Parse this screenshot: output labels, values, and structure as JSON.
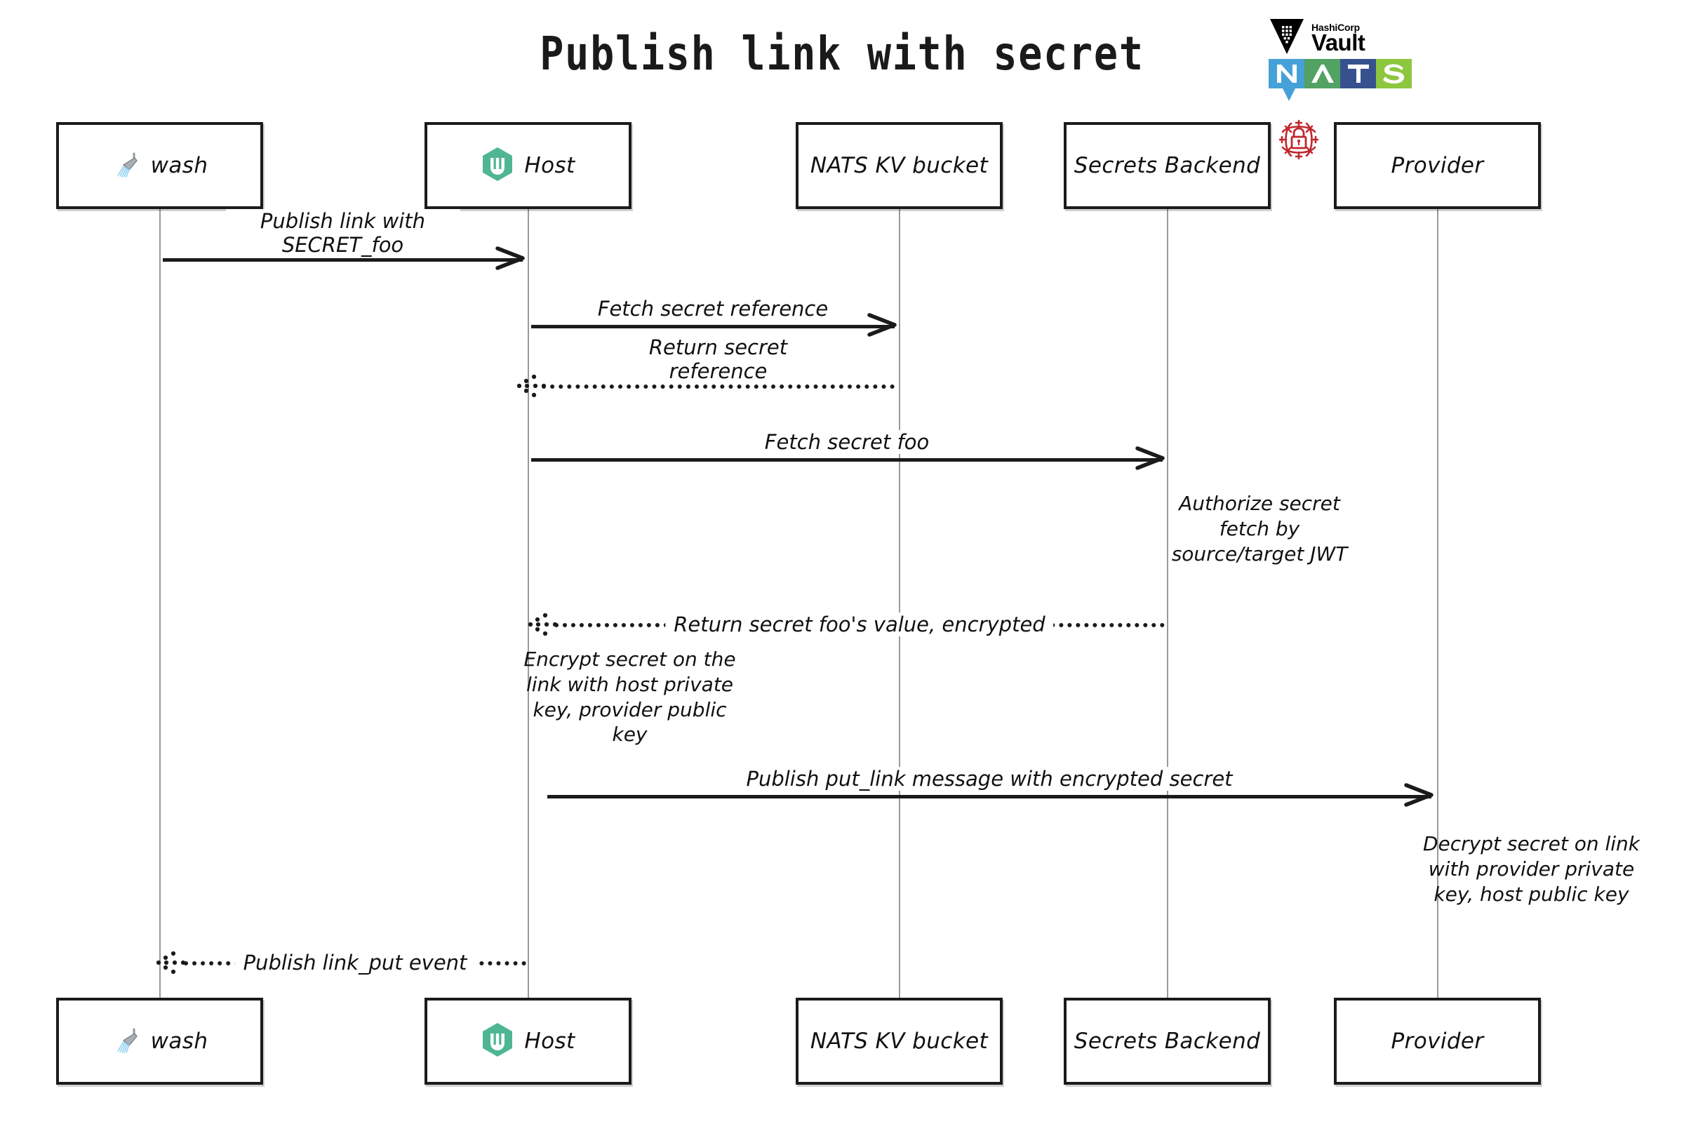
{
  "diagram": {
    "title": "Publish link with secret",
    "type": "sequence-diagram"
  },
  "logos": {
    "vault": {
      "company": "HashiCorp",
      "product": "Vault",
      "icon": "vault-logo-icon"
    },
    "nats": {
      "letters": [
        "N",
        "A",
        "T",
        "S"
      ],
      "colors": [
        "#45A1D8",
        "#51A263",
        "#37518E",
        "#8DC63F"
      ],
      "icon": "nats-logo-icon"
    },
    "lock": {
      "icon": "secure-lock-icon",
      "color": "#C0272D"
    }
  },
  "actors": [
    {
      "id": "wash",
      "label": "wash",
      "icon": "shower-emoji-icon"
    },
    {
      "id": "host",
      "label": "Host",
      "icon": "wasmcloud-hexagon-icon"
    },
    {
      "id": "natskv",
      "label": "NATS KV bucket",
      "icon": "none"
    },
    {
      "id": "secrets",
      "label": "Secrets Backend",
      "icon": "none"
    },
    {
      "id": "provider",
      "label": "Provider",
      "icon": "none"
    }
  ],
  "messages": [
    {
      "id": "m1",
      "from": "wash",
      "to": "host",
      "label": "Publish link with SECRET_foo",
      "line_1": "Publish link with",
      "line_2": "SECRET_foo",
      "style": "solid",
      "direction": "right"
    },
    {
      "id": "m2",
      "from": "host",
      "to": "natskv",
      "label": "Fetch secret reference",
      "style": "solid",
      "direction": "right"
    },
    {
      "id": "m3",
      "from": "natskv",
      "to": "host",
      "label": "Return secret reference",
      "line_1": "Return secret",
      "line_2": "reference",
      "style": "dotted",
      "direction": "left"
    },
    {
      "id": "m4",
      "from": "host",
      "to": "secrets",
      "label": "Fetch secret foo",
      "style": "solid",
      "direction": "right"
    },
    {
      "id": "m5",
      "from": "secrets",
      "to": "host",
      "label": "Return secret foo's value, encrypted",
      "style": "dotted",
      "direction": "left"
    },
    {
      "id": "m6",
      "from": "host",
      "to": "provider",
      "label": "Publish put_link message with encrypted secret",
      "style": "solid",
      "direction": "right"
    },
    {
      "id": "m7",
      "from": "host",
      "to": "wash",
      "label": "Publish link_put event",
      "style": "dotted",
      "direction": "left"
    }
  ],
  "notes": [
    {
      "id": "n1",
      "actor": "secrets",
      "lines": [
        "Authorize secret",
        "fetch by",
        "source/target JWT"
      ]
    },
    {
      "id": "n2",
      "actor": "host",
      "lines": [
        "Encrypt secret on the",
        "link with host private",
        "key, provider public",
        "key"
      ]
    },
    {
      "id": "n3",
      "actor": "provider",
      "lines": [
        "Decrypt secret on link",
        "with provider private",
        "key, host public key"
      ]
    }
  ]
}
